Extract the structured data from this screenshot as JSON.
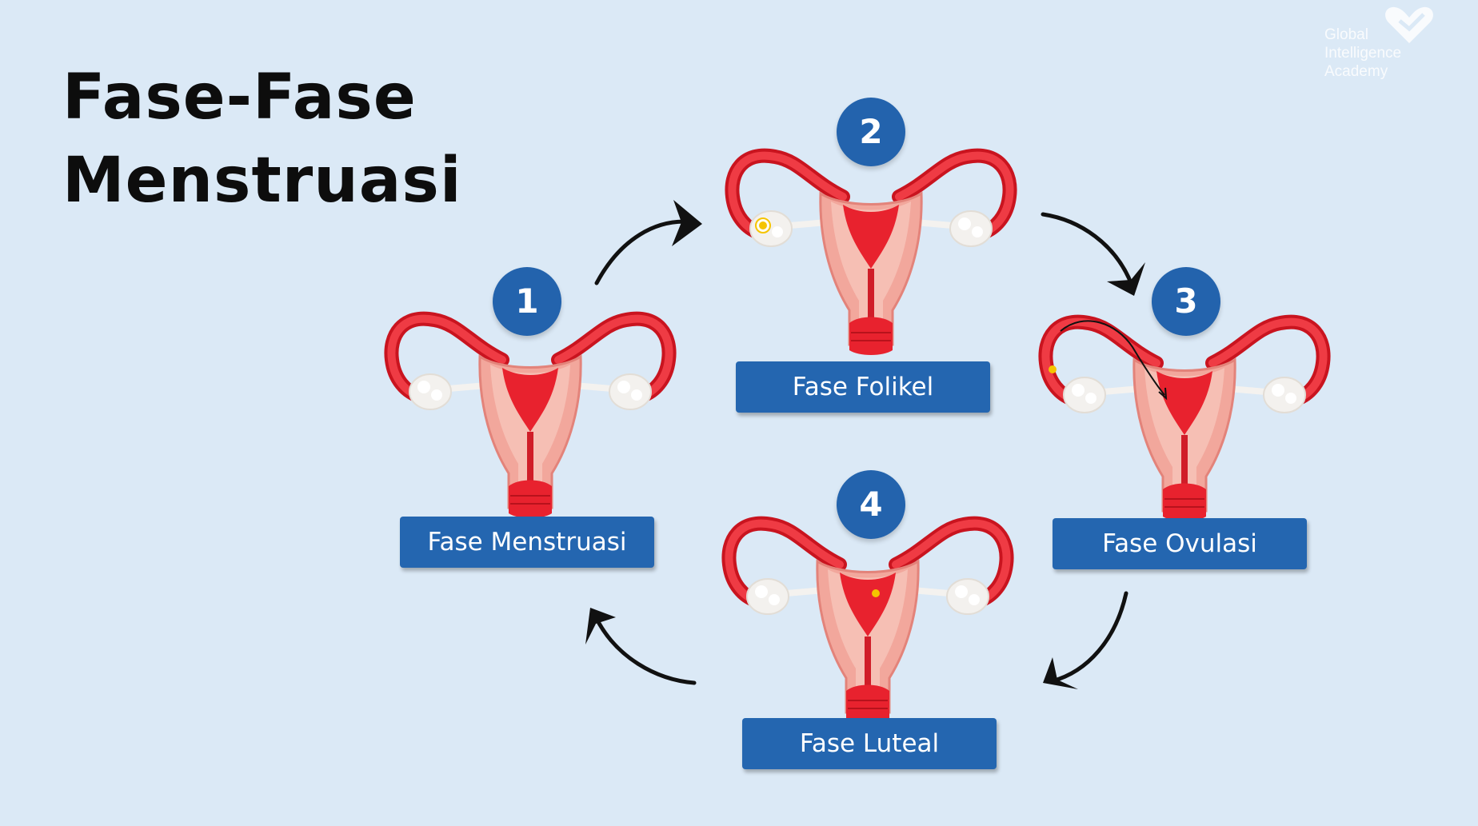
{
  "title": {
    "line1": "Fase-Fase",
    "line2": "Menstruasi"
  },
  "logo": {
    "line1": "Global",
    "line2": "Intelligence",
    "line3": "Academy",
    "icon": "heart-icon"
  },
  "phases": [
    {
      "number": "1",
      "label": "Fase Menstruasi",
      "marker": "none"
    },
    {
      "number": "2",
      "label": "Fase Folikel",
      "marker": "follicle"
    },
    {
      "number": "3",
      "label": "Fase Ovulasi",
      "marker": "egg-released"
    },
    {
      "number": "4",
      "label": "Fase Luteal",
      "marker": "egg-in-uterus"
    }
  ],
  "colors": {
    "background": "#dbe9f6",
    "badge": "#2363ad",
    "label": "#2466b0",
    "uterus_red": "#e8222e",
    "uterus_pink": "#f2a79c",
    "ovary": "#f3f1ee",
    "egg": "#f5c400",
    "arrow": "#111111"
  }
}
